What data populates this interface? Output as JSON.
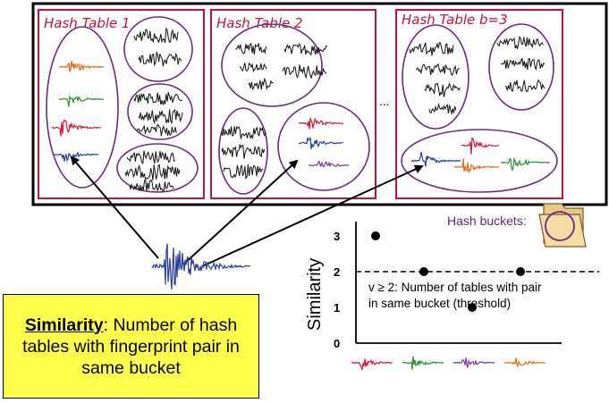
{
  "hash_tables": [
    {
      "title": "Hash Table 1"
    },
    {
      "title": "Hash Table 2"
    },
    {
      "title": "Hash Table b=3"
    }
  ],
  "ellipsis": "...",
  "bucket_label": "Hash buckets:",
  "similarity_box": {
    "term": "Similarity",
    "rest": ": Number of hash tables with fingerprint pair in same bucket"
  },
  "plot": {
    "ylabel": "Similarity",
    "yticks": [
      "0",
      "1",
      "2",
      "3"
    ],
    "threshold_note_line1": "v ≥ 2: Number of tables with pair",
    "threshold_note_line2": "in same bucket (threshold)",
    "points": [
      {
        "x": 1,
        "y": 3
      },
      {
        "x": 2,
        "y": 2
      },
      {
        "x": 3,
        "y": 1
      },
      {
        "x": 4,
        "y": 2
      }
    ],
    "threshold": 2,
    "ylim": [
      0,
      3
    ],
    "marker_colors": [
      "#d81b3c",
      "#2e8b3a",
      "#7a3b9a",
      "#e86a1a"
    ]
  },
  "colors": {
    "table_border": "#c0143c",
    "bucket_ellipse": "#6b2c7a",
    "signal_blue": "#2b3fa6",
    "signal_orange": "#e86a1a",
    "signal_green": "#2e8b3a",
    "signal_red": "#d81b3c",
    "signal_purple": "#7a3b9a",
    "highlight_box": "#ffff4d"
  }
}
